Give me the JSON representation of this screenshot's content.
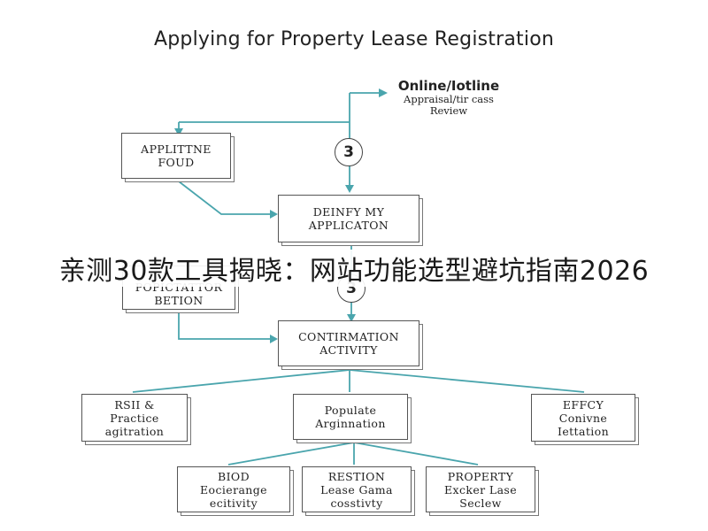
{
  "title": "Applying for Property Lease Registration",
  "colors": {
    "connector": "#4aa5ad",
    "box_border": "#555555",
    "text": "#222222"
  },
  "nodes": {
    "online_offline": {
      "heading": "Online/Iotline",
      "line1": "Appraisal/tir cass",
      "line2": "Review"
    },
    "appli_found": {
      "line1": "APPLITTNE",
      "line2": "FOUD"
    },
    "badge_top": "3",
    "deliver_application": {
      "line1": "DEINFY MY",
      "line2": "APPLICATON"
    },
    "badge_middle": "3",
    "policy_review": {
      "line1": "POPICTATTOR",
      "line2": "BETION"
    },
    "confirmation": {
      "line1": "CONTIRMATION",
      "line2": "ACTIVITY"
    },
    "rsil_practice": {
      "line1": "RSII &",
      "line2": "Practice",
      "line3": "agitration"
    },
    "populate": {
      "line1": "Populate",
      "line2": "Arginnation"
    },
    "effcy": {
      "line1": "EFFCY",
      "line2": "Conivne",
      "line3": "Iettation"
    },
    "bid_exchange": {
      "line1": "BIOD",
      "line2": "Eocierange",
      "line3": "ecitivity"
    },
    "restion": {
      "line1": "RESTION",
      "line2": "Lease Gama",
      "line3": "cosstivty"
    },
    "property_exchange": {
      "line1": "PROPERTY",
      "line2": "Excker Lase",
      "line3": "Seclew"
    }
  },
  "banner": "亲测30款工具揭晓：网站功能选型避坑指南2026"
}
